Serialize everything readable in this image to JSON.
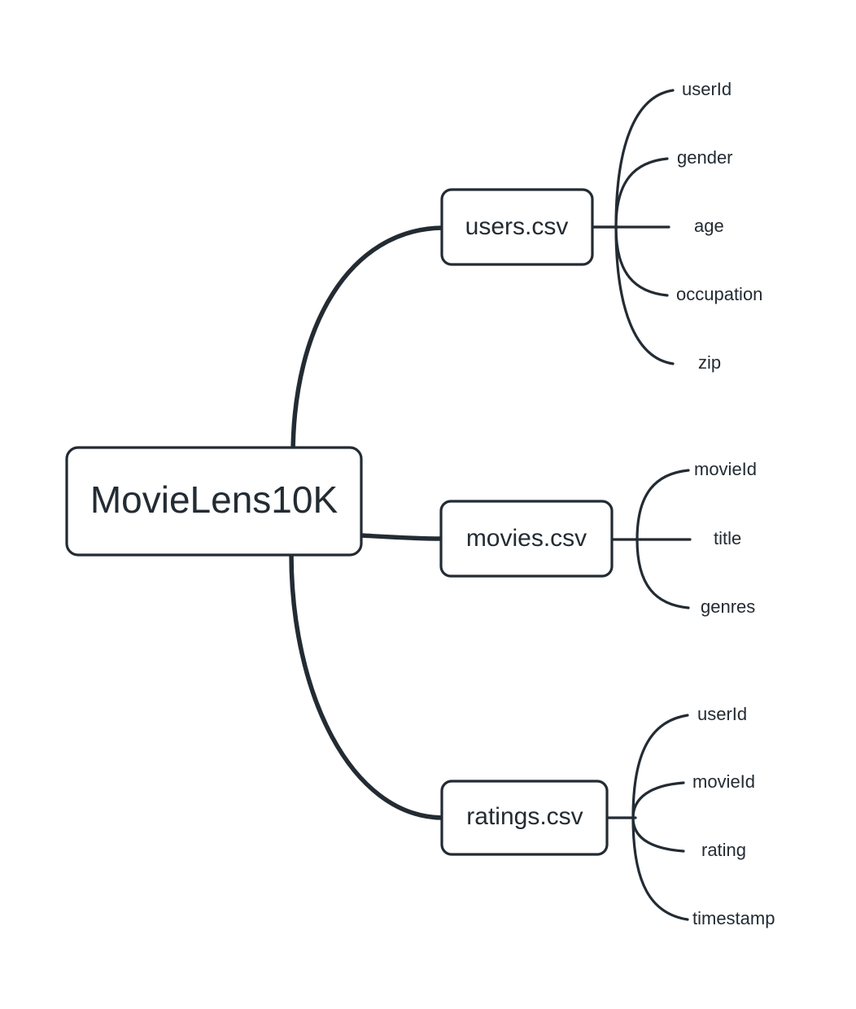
{
  "diagram": {
    "type": "mindmap",
    "background_color": "#ffffff",
    "stroke_color": "#232b33",
    "text_color": "#232b33",
    "root": {
      "label": "MovieLens10K"
    },
    "branches": [
      {
        "label": "users.csv",
        "leaves": [
          {
            "label": "userId"
          },
          {
            "label": "gender"
          },
          {
            "label": "age"
          },
          {
            "label": "occupation"
          },
          {
            "label": "zip"
          }
        ]
      },
      {
        "label": "movies.csv",
        "leaves": [
          {
            "label": "movieId"
          },
          {
            "label": "title"
          },
          {
            "label": "genres"
          }
        ]
      },
      {
        "label": "ratings.csv",
        "leaves": [
          {
            "label": "userId"
          },
          {
            "label": "movieId"
          },
          {
            "label": "rating"
          },
          {
            "label": "timestamp"
          }
        ]
      }
    ]
  }
}
